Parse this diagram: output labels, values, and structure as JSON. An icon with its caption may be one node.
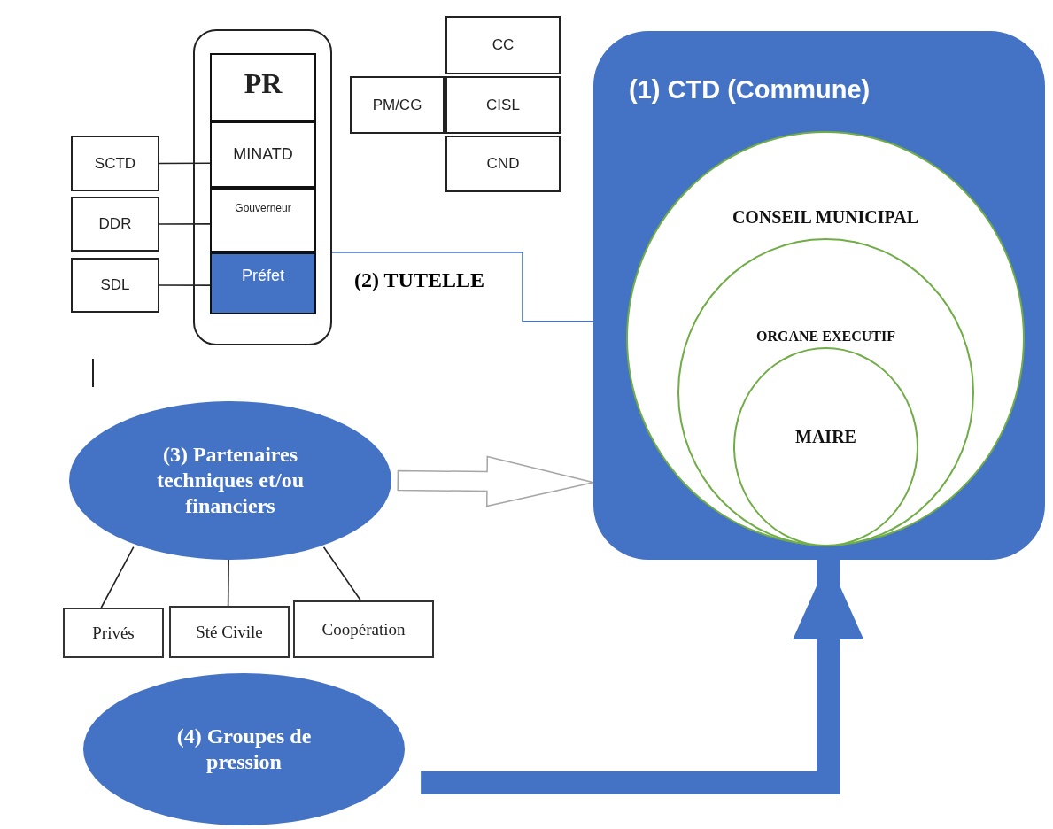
{
  "diagram": {
    "nodes": [
      {
        "text": [],
        "shape": "box"
      },
      {
        "text": [
          "PR"
        ],
        "in": 0
      },
      {
        "text": [
          "MINATD"
        ],
        "in": 0
      },
      {
        "text": [
          "Gouverneur"
        ],
        "in": 0
      },
      {
        "text": [
          "Préfet"
        ],
        "in": 0
      },
      {
        "text": [
          "SCTD"
        ]
      },
      {
        "text": [
          "DDR"
        ]
      },
      {
        "text": [
          "SDL"
        ]
      },
      {
        "text": [
          "PM/CG"
        ]
      },
      {
        "text": [
          "CC"
        ]
      },
      {
        "text": [
          "CISL"
        ]
      },
      {
        "text": [
          "CND"
        ]
      },
      {
        "text": [
          "(1) CTD (Commune)"
        ]
      },
      {
        "text": [
          "CONSEIL MUNICIPAL"
        ],
        "in": 12
      },
      {
        "text": [
          "ORGANE EXECUTIF"
        ],
        "in": 13
      },
      {
        "text": [
          "MAIRE"
        ],
        "in": 14
      },
      {
        "text": [
          "(3) Partenaires techniques et/ou financiers"
        ]
      },
      {
        "text": [
          "Privés"
        ]
      },
      {
        "text": [
          "Sté Civile"
        ]
      },
      {
        "text": [
          "Coopération"
        ]
      },
      {
        "text": [
          "(4) Groupes de pression"
        ]
      }
    ],
    "edges": [
      {
        "from": 5,
        "to": 2,
        "arrow": "none"
      },
      {
        "from": 6,
        "to": 3,
        "arrow": "none"
      },
      {
        "from": 7,
        "to": 4,
        "arrow": "none"
      },
      {
        "from": 0,
        "to": 12,
        "arrow": "none",
        "label": "(2) TUTELLE",
        "color": "#4472c4"
      },
      {
        "from": 16,
        "to": 12,
        "arrow": "to",
        "color": "#a6a6a6"
      },
      {
        "from": 16,
        "to": 17,
        "arrow": "none"
      },
      {
        "from": 16,
        "to": 18,
        "arrow": "none"
      },
      {
        "from": 16,
        "to": 19,
        "arrow": "none"
      },
      {
        "from": 20,
        "to": 12,
        "arrow": "to",
        "style": "thick",
        "color": "#4472c4"
      }
    ]
  }
}
